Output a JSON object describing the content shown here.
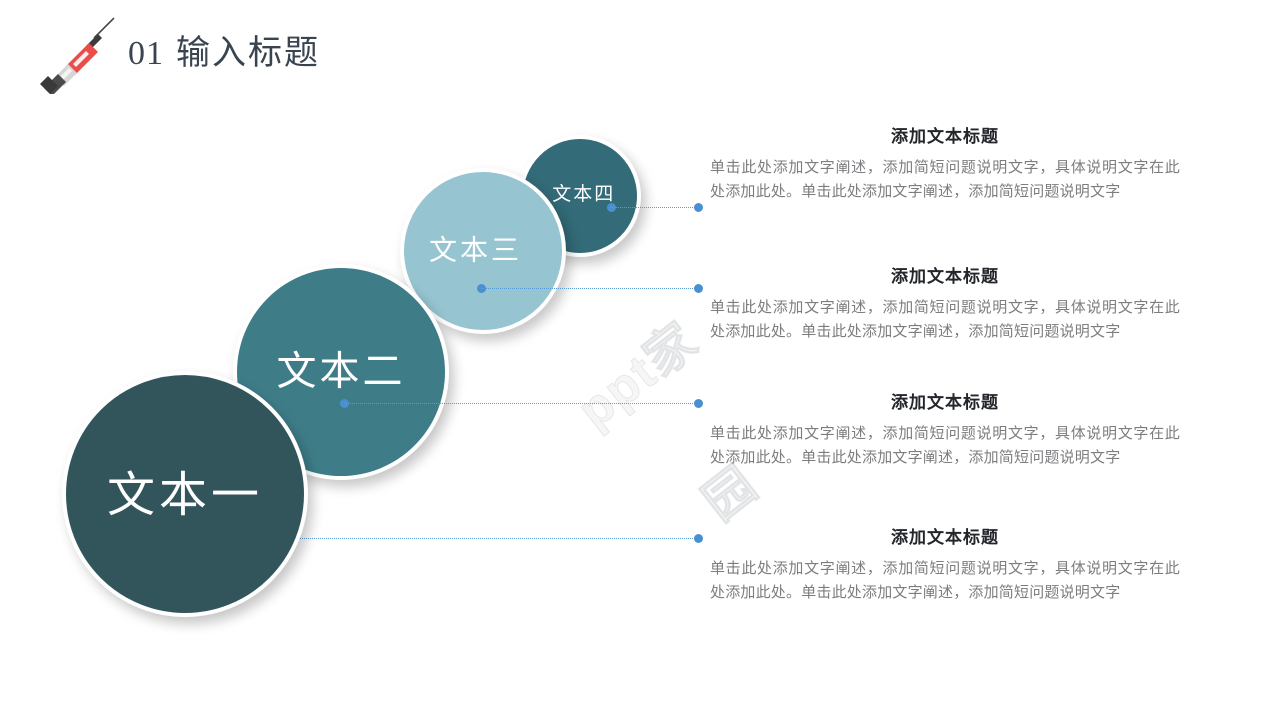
{
  "header": {
    "number": "01",
    "title": "输入标题",
    "icon": "syringe-icon"
  },
  "watermark": {
    "text": "ppt家园"
  },
  "colors": {
    "circle_1": "#32555c",
    "circle_2": "#3e7d88",
    "circle_3": "#96c4d1",
    "circle_4": "#336b78",
    "connector": "#5b9bd5",
    "connector_dot": "#4a90d0",
    "title": "#3a4450",
    "body_text": "#7d7d80",
    "heading_text": "#23262b",
    "background": "#ffffff"
  },
  "circles": [
    {
      "label": "文本一"
    },
    {
      "label": "文本二"
    },
    {
      "label": "文本三"
    },
    {
      "label": "文本四"
    }
  ],
  "text_blocks": [
    {
      "title": "添加文本标题",
      "body": "单击此处添加文字阐述，添加简短问题说明文字，具体说明文字在此处添加此处。单击此处添加文字阐述，添加简短问题说明文字"
    },
    {
      "title": "添加文本标题",
      "body": "单击此处添加文字阐述，添加简短问题说明文字，具体说明文字在此处添加此处。单击此处添加文字阐述，添加简短问题说明文字"
    },
    {
      "title": "添加文本标题",
      "body": "单击此处添加文字阐述，添加简短问题说明文字，具体说明文字在此处添加此处。单击此处添加文字阐述，添加简短问题说明文字"
    },
    {
      "title": "添加文本标题",
      "body": "单击此处添加文字阐述，添加简短问题说明文字，具体说明文字在此处添加此处。单击此处添加文字阐述，添加简短问题说明文字"
    }
  ]
}
